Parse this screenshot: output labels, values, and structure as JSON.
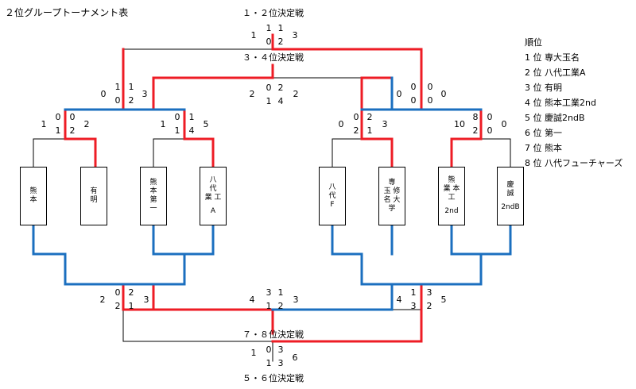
{
  "title": "２位グループトーナメント表",
  "rounds": {
    "final": "１・２位決定戦",
    "third": "３・４位決定戦",
    "seventh": "７・８位決定戦",
    "fifth": "５・６位決定戦"
  },
  "teams": [
    {
      "line1": "熊",
      "line2": "本",
      "line3": "",
      "sub": ""
    },
    {
      "line1": "有",
      "line2": "明",
      "line3": "",
      "sub": ""
    },
    {
      "line1": "熊",
      "line2": "本",
      "line3": "第",
      "sub": "一"
    },
    {
      "line1": "八",
      "line2": "代",
      "line3": "業 工",
      "sub": "A"
    },
    {
      "line1": "八",
      "line2": "代",
      "line3": "F",
      "sub": ""
    },
    {
      "line1": "専",
      "line2": "玉 修",
      "line3": "名 大",
      "sub": "学"
    },
    {
      "line1": "熊",
      "line2": "業 本",
      "line3": "工",
      "sub": "2nd"
    },
    {
      "line1": "慶",
      "line2": "誠",
      "line3": "",
      "sub": "2ndB"
    }
  ],
  "scores": {
    "final_1": "1",
    "final_2": "1",
    "final_3": "1",
    "final_4": "3",
    "final_5": "0",
    "final_6": "2",
    "third_1": "0",
    "third_2": "1",
    "third_3": "0",
    "third_4": "1",
    "third_5": "2",
    "third_6": "3",
    "third_7": "2",
    "third_8": "0",
    "third_9": "1",
    "third_10": "2",
    "third_11": "4",
    "third_12": "2",
    "third_13": "0",
    "third_14": "0",
    "third_15": "0",
    "qf_1": "1",
    "qf_2": "0",
    "qf_3": "2",
    "qf_4": "1",
    "qf_5": "2",
    "qf_6": "1",
    "qf_7": "0",
    "qf_8": "5",
    "qf_9": "1",
    "qf_10": "4",
    "qf_11": "0",
    "qf_12": "0",
    "qf_13": "2",
    "qf_14": "3",
    "qf_15": "0",
    "qf_16": "1",
    "qf_17": "10",
    "qf_18": "8",
    "qf_19": "0",
    "qf_20": "2",
    "qf_21": "0",
    "lo_1": "2",
    "lo_2": "0",
    "lo_3": "2",
    "lo_4": "2",
    "lo_5": "1",
    "lo_6": "3",
    "lo_7": "4",
    "lo_8": "3",
    "lo_9": "1",
    "lo_10": "1",
    "lo_11": "2",
    "lo_12": "3",
    "lo_13": "4",
    "lo_14": "1",
    "lo_15": "3",
    "lo_16": "3",
    "lo_17": "2",
    "lo_18": "5",
    "b_1": "1",
    "b_2": "0",
    "b_3": "3",
    "b_4": "6",
    "b_5": "1",
    "b_6": "3"
  },
  "standings": {
    "header": "順位",
    "rows": [
      "1 位  専大玉名",
      "2 位  八代工業A",
      "3 位  有明",
      "4 位  熊本工業2nd",
      "5 位  慶誠2ndB",
      "6 位  第一",
      "7 位  熊本",
      "8 位  八代フューチャーズ"
    ]
  },
  "colors": {
    "win": "#ee1c25",
    "lose": "#1b6fbf",
    "line": "#000000"
  }
}
